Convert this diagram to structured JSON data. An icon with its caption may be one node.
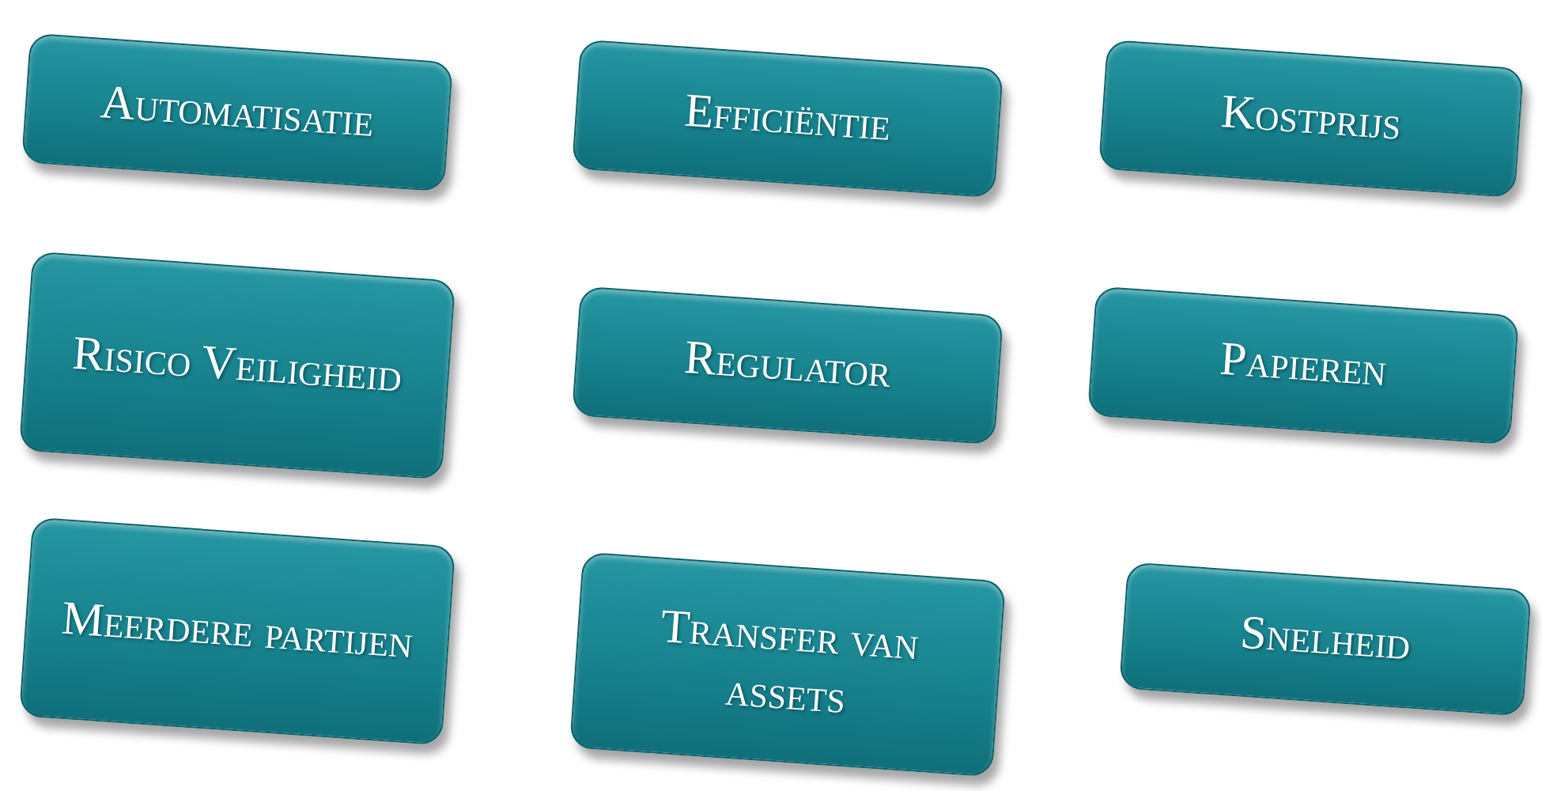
{
  "diagram": {
    "nodes": [
      {
        "text": [
          "Automatisatie"
        ]
      },
      {
        "text": [
          "Efficiëntie"
        ]
      },
      {
        "text": [
          "Kostprijs"
        ]
      },
      {
        "text": [
          "Risico Veiligheid"
        ]
      },
      {
        "text": [
          "Regulator"
        ]
      },
      {
        "text": [
          "Papieren"
        ]
      },
      {
        "text": [
          "Meerdere partijen"
        ]
      },
      {
        "text": [
          "Transfer van assets"
        ]
      },
      {
        "text": [
          "Snelheid"
        ]
      }
    ]
  }
}
